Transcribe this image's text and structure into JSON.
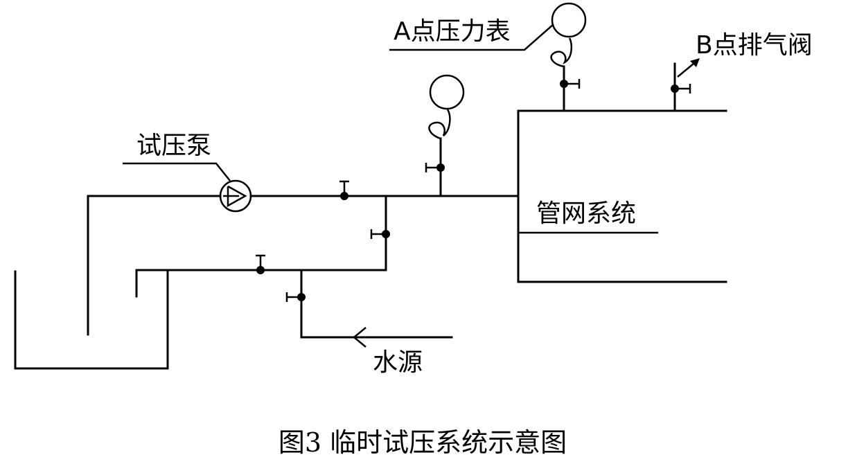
{
  "labels": {
    "gauge_a": "A点压力表",
    "vent_b": "B点排气阀",
    "pump": "试压泵",
    "network": "管网系统",
    "water_source": "水源"
  },
  "caption": "图3 临时试压系统示意图"
}
